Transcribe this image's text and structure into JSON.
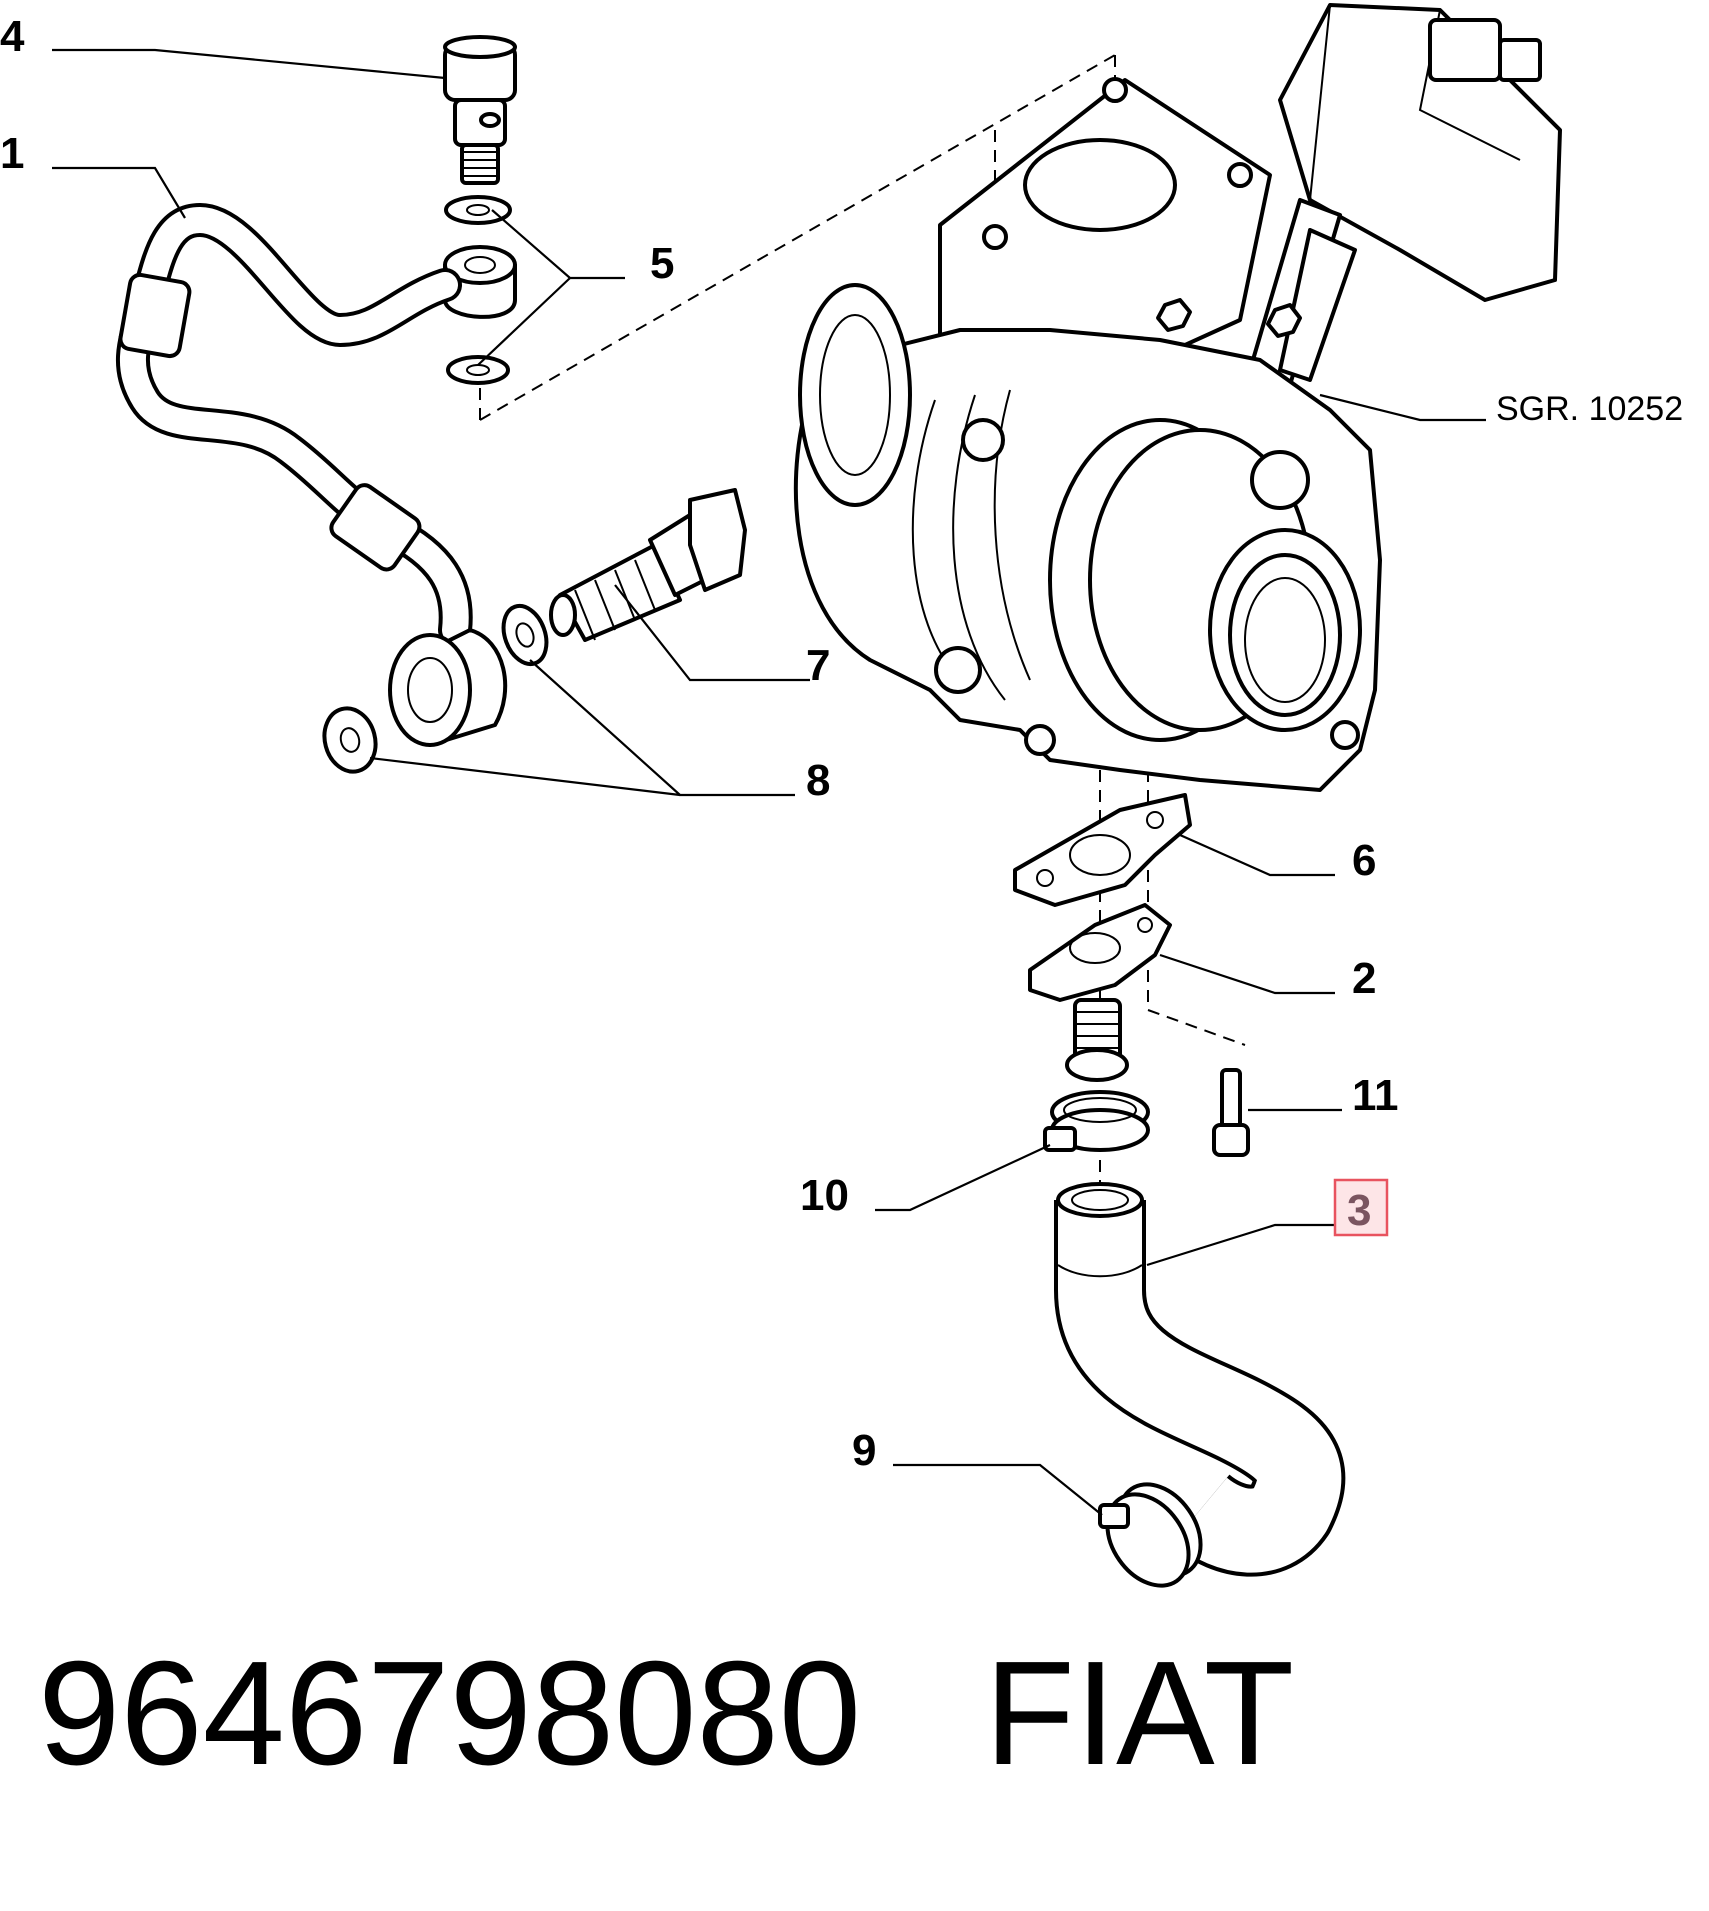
{
  "callouts": {
    "c1": "1",
    "c2": "2",
    "c3": "3",
    "c4": "4",
    "c5": "5",
    "c6": "6",
    "c7": "7",
    "c8": "8",
    "c9": "9",
    "c10": "10",
    "c11": "11"
  },
  "reference": "SGR. 10252",
  "highlighted_callout": "3",
  "highlight_color": "#e8535f",
  "footer": {
    "part_number": "9646798080",
    "brand": "FIAT"
  },
  "icons": [
    "turbocharger",
    "oil-feed-pipe",
    "banjo-bolt",
    "copper-washer",
    "gasket",
    "flange-connector",
    "hose-clamp",
    "oil-return-hose",
    "cap-screw"
  ]
}
